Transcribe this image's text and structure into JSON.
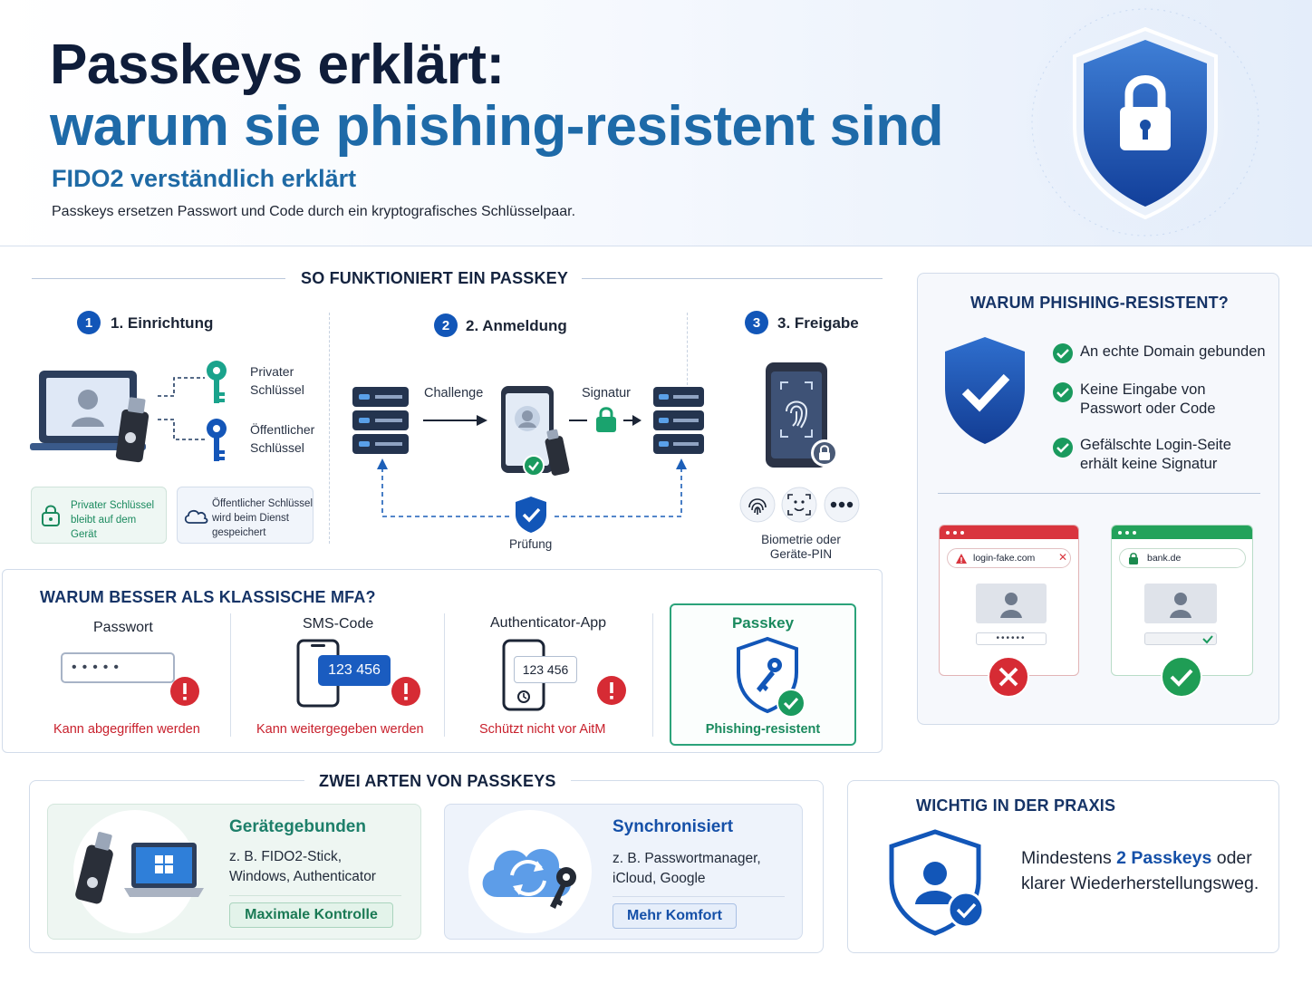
{
  "header": {
    "title_line1": "Passkeys erklärt:",
    "title_line2": "warum sie phishing-resistent sind",
    "subtitle": "FIDO2 verständlich erklärt",
    "description": "Passkeys ersetzen Passwort und Code durch ein kryptografisches Schlüsselpaar."
  },
  "how_it_works": {
    "heading": "SO FUNKTIONIERT EIN PASSKEY",
    "steps": [
      {
        "num": "1",
        "label": "1. Einrichtung"
      },
      {
        "num": "2",
        "label": "2. Anmeldung"
      },
      {
        "num": "3",
        "label": "3. Freigabe"
      }
    ],
    "private_key": "Privater Schlüssel",
    "public_key": "Öffentlicher Schlüssel",
    "private_note": "Privater Schlüssel bleibt auf dem Gerät",
    "public_note": "Öffentlicher Schlüssel wird beim Dienst gespeichert",
    "challenge": "Challenge",
    "signature": "Signatur",
    "check": "Prüfung",
    "biometric": "Biometrie oder Geräte-PIN"
  },
  "why_phishing": {
    "heading": "WARUM PHISHING-RESISTENT?",
    "points": [
      "An echte Domain gebunden",
      "Keine Eingabe von Passwort oder Code",
      "Gefälschte Login-Seite erhält keine Signatur"
    ],
    "fake_url": "login-fake.com",
    "real_url": "bank.de"
  },
  "mfa": {
    "heading": "WARUM BESSER ALS KLASSISCHE MFA?",
    "password": {
      "title": "Passwort",
      "note": "Kann abgegriffen werden"
    },
    "sms": {
      "title": "SMS-Code",
      "code": "123 456",
      "note": "Kann weitergegeben werden"
    },
    "app": {
      "title": "Authenticator-App",
      "code": "123 456",
      "note": "Schützt nicht vor AitM"
    },
    "passkey": {
      "title": "Passkey",
      "note": "Phishing-resistent"
    }
  },
  "types": {
    "heading": "ZWEI ARTEN VON PASSKEYS",
    "device": {
      "title": "Gerätegebunden",
      "desc": "z. B. FIDO2-Stick, Windows, Authenticator",
      "badge": "Maximale Kontrolle"
    },
    "synced": {
      "title": "Synchronisiert",
      "desc": "z. B. Passwortmanager, iCloud, Google",
      "badge": "Mehr Komfort"
    }
  },
  "practice": {
    "heading": "WICHTIG IN DER PRAXIS",
    "text_before": "Mindestens ",
    "highlight": "2 Passkeys",
    "text_after": " oder klarer Wiederherstellungsweg."
  },
  "colors": {
    "primary": "#1256b8",
    "danger": "#c8202c",
    "success": "#1a9a5e"
  }
}
